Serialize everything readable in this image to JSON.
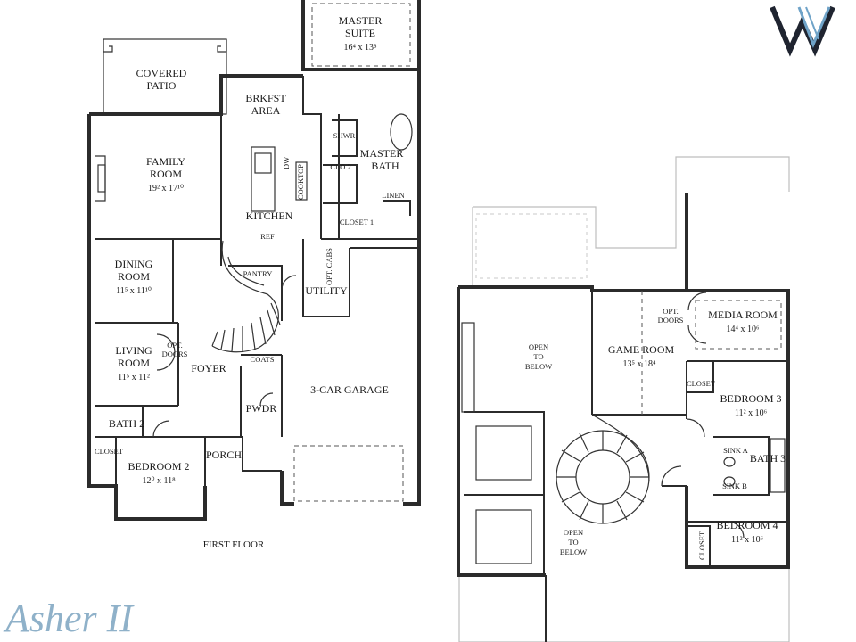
{
  "title": "Asher II",
  "logo": {
    "letter": "W",
    "colors": [
      "#1f2430",
      "#6fa3c8"
    ]
  },
  "first_floor": {
    "label": "FIRST FLOOR",
    "rooms": {
      "covered_patio": {
        "l1": "COVERED",
        "l2": "PATIO"
      },
      "master_suite": {
        "l1": "MASTER",
        "l2": "SUITE",
        "dim": "16⁴ x 13⁸"
      },
      "brkfst_area": {
        "l1": "BRKFST",
        "l2": "AREA"
      },
      "family_room": {
        "l1": "FAMILY",
        "l2": "ROOM",
        "dim": "19² x 17¹⁰"
      },
      "kitchen": {
        "label": "KITCHEN"
      },
      "shwr": {
        "label": "SHWR"
      },
      "master_bath": {
        "l1": "MASTER",
        "l2": "BATH"
      },
      "clo2": {
        "label": "CLO 2"
      },
      "linen": {
        "label": "LINEN"
      },
      "closet1": {
        "label": "CLOSET 1"
      },
      "cooktop": {
        "label": "COOKTOP"
      },
      "dw": {
        "label": "DW"
      },
      "ref": {
        "label": "REF"
      },
      "opt_cabs": {
        "label": "OPT. CABS"
      },
      "pantry": {
        "label": "PANTRY"
      },
      "utility": {
        "label": "UTILITY"
      },
      "dining_room": {
        "l1": "DINING",
        "l2": "ROOM",
        "dim": "11⁵ x 11¹⁰"
      },
      "living_room": {
        "l1": "LIVING",
        "l2": "ROOM",
        "dim": "11⁵ x 11²"
      },
      "opt_doors": {
        "l1": "OPT.",
        "l2": "DOORS"
      },
      "foyer": {
        "label": "FOYER"
      },
      "coats": {
        "label": "COATS"
      },
      "garage": {
        "label": "3-CAR GARAGE"
      },
      "pwdr": {
        "label": "PWDR"
      },
      "bath2": {
        "label": "BATH 2"
      },
      "closet": {
        "label": "CLOSET"
      },
      "bedroom2": {
        "label": "BEDROOM 2",
        "dim": "12⁰ x 11⁸"
      },
      "porch": {
        "label": "PORCH"
      }
    }
  },
  "second_floor": {
    "rooms": {
      "open_below_1": {
        "l1": "OPEN",
        "l2": "TO",
        "l3": "BELOW"
      },
      "open_below_2": {
        "l1": "OPEN",
        "l2": "TO",
        "l3": "BELOW"
      },
      "game_room": {
        "label": "GAME ROOM",
        "dim": "13⁵ x 18⁴"
      },
      "opt_doors": {
        "l1": "OPT.",
        "l2": "DOORS"
      },
      "media_room": {
        "label": "MEDIA ROOM",
        "dim": "14⁴ x 10⁶"
      },
      "closet_a": {
        "label": "CLOSET"
      },
      "bedroom3": {
        "label": "BEDROOM 3",
        "dim": "11² x 10⁶"
      },
      "sink_a": {
        "label": "SINK A"
      },
      "bath3": {
        "label": "BATH 3"
      },
      "sink_b": {
        "label": "SINK B"
      },
      "bedroom4": {
        "label": "BEDROOM 4",
        "dim": "11² x 10⁶"
      },
      "closet_b": {
        "label": "CLOSET"
      }
    }
  }
}
